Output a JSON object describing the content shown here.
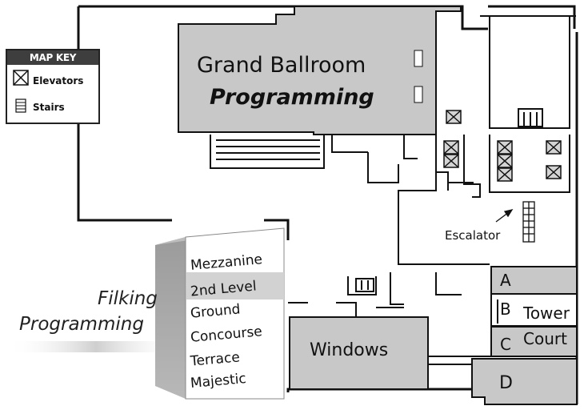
{
  "map_key": {
    "title": "MAP KEY",
    "items": [
      {
        "label": "Elevators",
        "icon": "elevator-icon"
      },
      {
        "label": "Stairs",
        "icon": "stairs-icon"
      }
    ]
  },
  "rooms": {
    "ballroom_title": "Grand Ballroom",
    "ballroom_subtitle": "Programming",
    "windows": "Windows",
    "tower": "Tower",
    "court": "Court",
    "a": "A",
    "b": "B",
    "c": "C",
    "d": "D"
  },
  "escalator_label": "Escalator",
  "filking": {
    "line1": "Filking",
    "line2": "Programming"
  },
  "levels": [
    "Mezzanine",
    "2nd Level",
    "Ground",
    "Concourse",
    "Terrace",
    "Majestic"
  ],
  "highlighted_level": "2nd Level",
  "colors": {
    "room_fill": "#c8c8c8",
    "wall": "#111111",
    "key_header": "#3e3e3e",
    "level_box_front": "#ffffff",
    "level_box_side": "#a9a9a9"
  }
}
